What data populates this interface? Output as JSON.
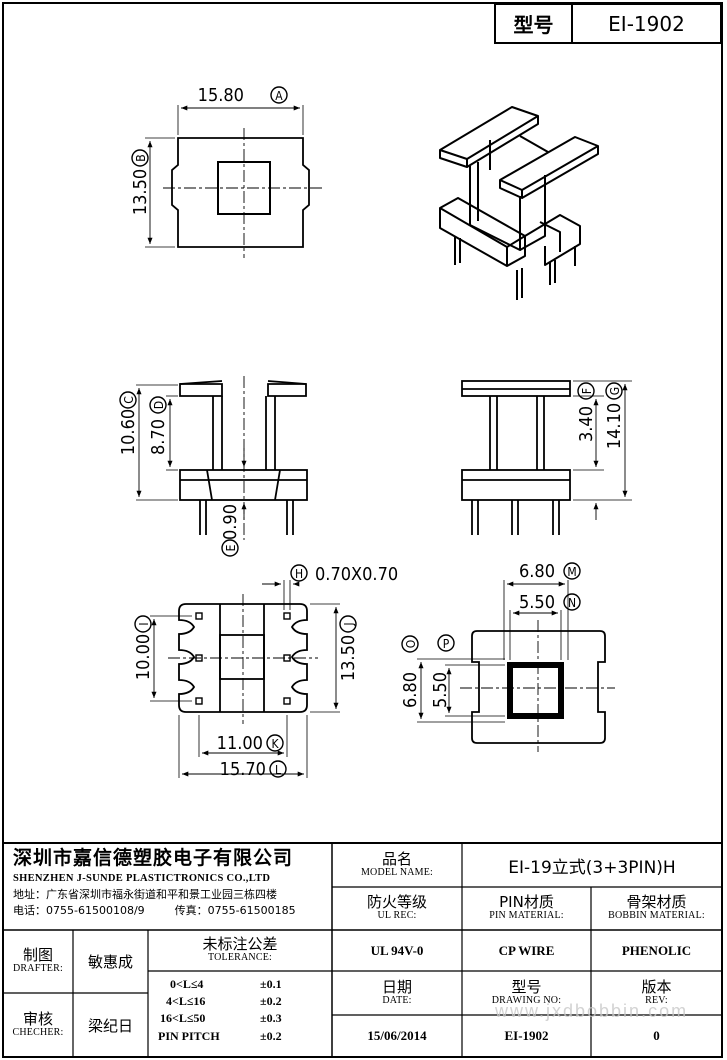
{
  "header": {
    "type_label": "型号",
    "type_value": "EI-1902"
  },
  "dimensions": {
    "A": "15.80",
    "B": "13.50",
    "C": "10.60",
    "D": "8.70",
    "E": "0.90",
    "F": "3.40",
    "G": "14.10",
    "H": "0.70X0.70",
    "I": "10.00",
    "J": "13.50",
    "K": "11.00",
    "L": "15.70",
    "M": "6.80",
    "N": "5.50",
    "O": "6.80",
    "P": "5.50"
  },
  "markers": {
    "A": "A",
    "B": "B",
    "C": "C",
    "D": "D",
    "E": "E",
    "F": "F",
    "G": "G",
    "H": "H",
    "I": "I",
    "J": "J",
    "K": "K",
    "L": "L",
    "M": "M",
    "N": "N",
    "O": "O",
    "P": "P"
  },
  "company": {
    "name_cn": "深圳市嘉信德塑胶电子有限公司",
    "name_en": "SHENZHEN J-SUNDE PLASTICTRONICS CO.,LTD",
    "address": "地址：广东省深圳市福永街道和平和景工业园三栋四楼",
    "phone": "电话：0755-61500108/9",
    "fax": "传真：0755-61500185"
  },
  "title_block": {
    "model_name_cn": "品名",
    "model_name_en": "MODEL NAME:",
    "model_name_value": "EI-19立式(3+3PIN)H",
    "ul_rec_cn": "防火等级",
    "ul_rec_en": "UL REC:",
    "ul_rec_value": "UL 94V-0",
    "pin_material_cn": "PIN材质",
    "pin_material_en": "PIN MATERIAL:",
    "pin_material_value": "CP WIRE",
    "bobbin_material_cn": "骨架材质",
    "bobbin_material_en": "BOBBIN MATERIAL:",
    "bobbin_material_value": "PHENOLIC",
    "drafter_cn": "制图",
    "drafter_en": "DRAFTER:",
    "drafter_value": "敏惠成",
    "checker_cn": "审核",
    "checker_en": "CHECHER:",
    "checker_value": "梁纪日",
    "tolerance_cn": "未标注公差",
    "tolerance_en": "TOLERANCE:",
    "tolerance_rows": [
      {
        "range": "0<L≤4",
        "value": "±0.1"
      },
      {
        "range": "4<L≤16",
        "value": "±0.2"
      },
      {
        "range": "16<L≤50",
        "value": "±0.3"
      },
      {
        "range": "PIN PITCH",
        "value": "±0.2"
      }
    ],
    "date_cn": "日期",
    "date_en": "DATE:",
    "date_value": "15/06/2014",
    "drawing_no_cn": "型号",
    "drawing_no_en": "DRAWING NO:",
    "drawing_no_value": "EI-1902",
    "rev_cn": "版本",
    "rev_en": "REV:",
    "rev_value": "0"
  },
  "watermark": "www.jxdbobbin.com"
}
